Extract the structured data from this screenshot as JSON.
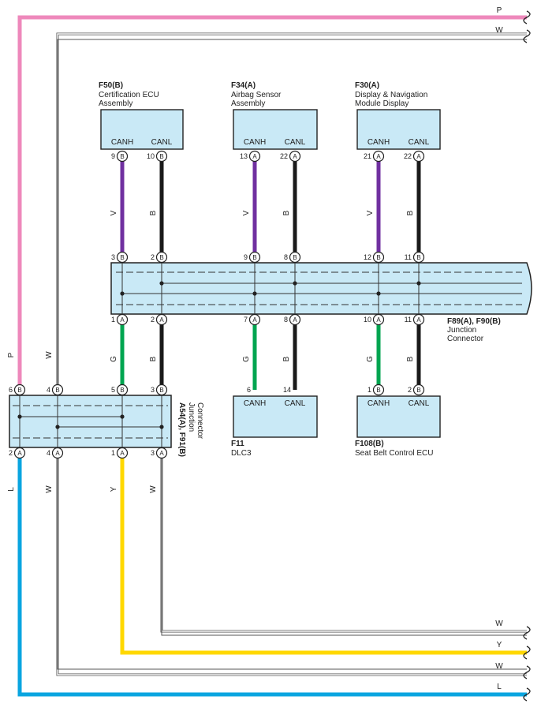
{
  "colors": {
    "P": "#ee88bb",
    "L": "#0aa5e0",
    "Y": "#ffd800",
    "G": "#00a550",
    "V": "#7030a0",
    "B": "#1a1a1a",
    "W": "#ffffff",
    "box_fill": "#c9e9f6",
    "outline": "#222222"
  },
  "edge_labels": [
    "P",
    "W",
    "W",
    "Y",
    "W",
    "L"
  ],
  "ecus": [
    {
      "id": "F50",
      "code": "F50(B)",
      "name1": "Certification ECU",
      "name2": "Assembly",
      "pin_h": "CANH",
      "pin_l": "CANL",
      "top_h": {
        "num": "9",
        "conn": "B"
      },
      "top_l": {
        "num": "10",
        "conn": "B"
      },
      "bot_h": {
        "num": "3",
        "conn": "B"
      },
      "bot_l": {
        "num": "2",
        "conn": "B"
      },
      "wire_h": "V",
      "wire_l": "B"
    },
    {
      "id": "F34",
      "code": "F34(A)",
      "name1": "Airbag Sensor",
      "name2": "Assembly",
      "pin_h": "CANH",
      "pin_l": "CANL",
      "top_h": {
        "num": "13",
        "conn": "A"
      },
      "top_l": {
        "num": "22",
        "conn": "A"
      },
      "bot_h": {
        "num": "9",
        "conn": "B"
      },
      "bot_l": {
        "num": "8",
        "conn": "B"
      },
      "wire_h": "V",
      "wire_l": "B"
    },
    {
      "id": "F30",
      "code": "F30(A)",
      "name1": "Display & Navigation",
      "name2": "Module Display",
      "pin_h": "CANH",
      "pin_l": "CANL",
      "top_h": {
        "num": "21",
        "conn": "A"
      },
      "top_l": {
        "num": "22",
        "conn": "A"
      },
      "bot_h": {
        "num": "12",
        "conn": "B"
      },
      "bot_l": {
        "num": "11",
        "conn": "B"
      },
      "wire_h": "V",
      "wire_l": "B"
    }
  ],
  "junction_main": {
    "code": "F89(A), F90(B)",
    "name1": "Junction",
    "name2": "Connector",
    "bottom_pins": [
      {
        "num": "1",
        "conn": "A"
      },
      {
        "num": "2",
        "conn": "A"
      },
      {
        "num": "7",
        "conn": "A"
      },
      {
        "num": "8",
        "conn": "A"
      },
      {
        "num": "10",
        "conn": "A"
      },
      {
        "num": "11",
        "conn": "A"
      }
    ]
  },
  "lower_devices": [
    {
      "code": "F11",
      "name": "DLC3",
      "pin_h": "CANH",
      "pin_l": "CANL",
      "num_h": "6",
      "num_l": "14",
      "wire_h": "G",
      "wire_l": "B"
    },
    {
      "code": "F108(B)",
      "name": "Seat Belt Control ECU",
      "pin_h": "CANH",
      "pin_l": "CANL",
      "num_h": "1",
      "num_l": "2",
      "conn_h": "B",
      "conn_l": "B",
      "wire_h": "G",
      "wire_l": "B"
    }
  ],
  "junction_left": {
    "code": "A54(A), F91(B)",
    "name1": "Junction",
    "name2": "Connector",
    "top_pins": [
      {
        "num": "6",
        "conn": "B"
      },
      {
        "num": "4",
        "conn": "B"
      },
      {
        "num": "5",
        "conn": "B"
      },
      {
        "num": "3",
        "conn": "B"
      }
    ],
    "bottom_pins": [
      {
        "num": "2",
        "conn": "A"
      },
      {
        "num": "4",
        "conn": "A"
      },
      {
        "num": "1",
        "conn": "A"
      },
      {
        "num": "3",
        "conn": "A"
      }
    ],
    "top_wire_labels": [
      "P",
      "W",
      "G",
      "B"
    ],
    "bottom_wire_labels": [
      "L",
      "W",
      "Y",
      "W"
    ]
  }
}
